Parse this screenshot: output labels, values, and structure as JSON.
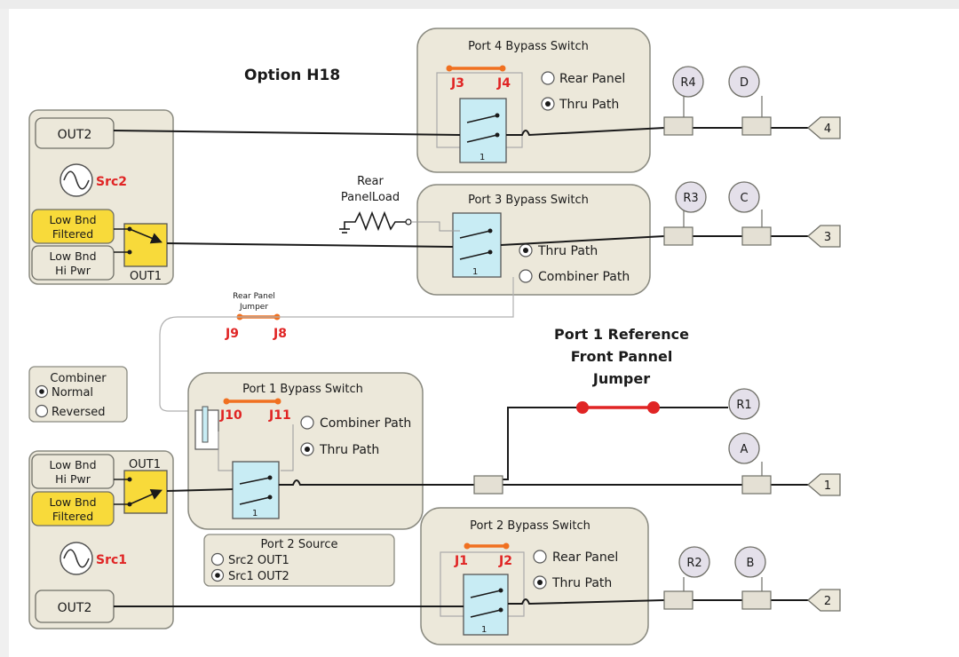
{
  "title": "Option H18",
  "src2": {
    "out2_label": "OUT2",
    "source_label": "Src2",
    "filtered_label": [
      "Low Bnd",
      "Filtered"
    ],
    "hipwr_label": [
      "Low Bnd",
      "Hi Pwr"
    ],
    "out1_label": "OUT1"
  },
  "src1": {
    "out1_label": "OUT1",
    "hipwr_label": [
      "Low Bnd",
      "Hi Pwr"
    ],
    "filtered_label": [
      "Low Bnd",
      "Filtered"
    ],
    "source_label": "Src1",
    "out2_label": "OUT2"
  },
  "port4": {
    "title": "Port 4 Bypass Switch",
    "jack_a": "J3",
    "jack_b": "J4",
    "options": [
      {
        "label": "Rear Panel",
        "selected": false
      },
      {
        "label": "Thru Path",
        "selected": true
      }
    ]
  },
  "port3": {
    "title": "Port 3 Bypass Switch",
    "options": [
      {
        "label": "Thru Path",
        "selected": true
      },
      {
        "label": "Combiner Path",
        "selected": false
      }
    ]
  },
  "rear_load": [
    "Rear",
    "PanelLoad"
  ],
  "rear_jumper": {
    "caption": [
      "Rear Panel",
      "Jumper"
    ],
    "jack_a": "J9",
    "jack_b": "J8"
  },
  "ref_jumper": [
    "Port 1 Reference",
    "Front Pannel",
    "Jumper"
  ],
  "combiner": {
    "title": "Combiner",
    "options": [
      {
        "label": "Normal",
        "selected": true
      },
      {
        "label": "Reversed",
        "selected": false
      }
    ]
  },
  "port1": {
    "title": "Port 1 Bypass Switch",
    "jack_a": "J10",
    "jack_b": "J11",
    "options": [
      {
        "label": "Combiner Path",
        "selected": false
      },
      {
        "label": "Thru Path",
        "selected": true
      }
    ]
  },
  "port2_source": {
    "title": "Port 2 Source",
    "options": [
      {
        "label": "Src2 OUT1",
        "selected": false
      },
      {
        "label": "Src1 OUT2",
        "selected": true
      }
    ]
  },
  "port2": {
    "title": "Port 2 Bypass Switch",
    "jack_a": "J1",
    "jack_b": "J2",
    "options": [
      {
        "label": "Rear Panel",
        "selected": false
      },
      {
        "label": "Thru Path",
        "selected": true
      }
    ]
  },
  "receivers": {
    "r4": "R4",
    "d": "D",
    "r3": "R3",
    "c": "C",
    "r1": "R1",
    "a": "A",
    "r2": "R2",
    "b": "B"
  },
  "ports": {
    "p4": "4",
    "p3": "3",
    "p1": "1",
    "p2": "2"
  },
  "colors": {
    "panel_fill": "#ece8da",
    "panel_stroke": "#8a8a80",
    "switch_fill": "#c8ecf4",
    "yellow_fill": "#f8da3a",
    "jumper_orange": "#f07020",
    "jumper_red": "#e02424",
    "label_red": "#e02424"
  }
}
